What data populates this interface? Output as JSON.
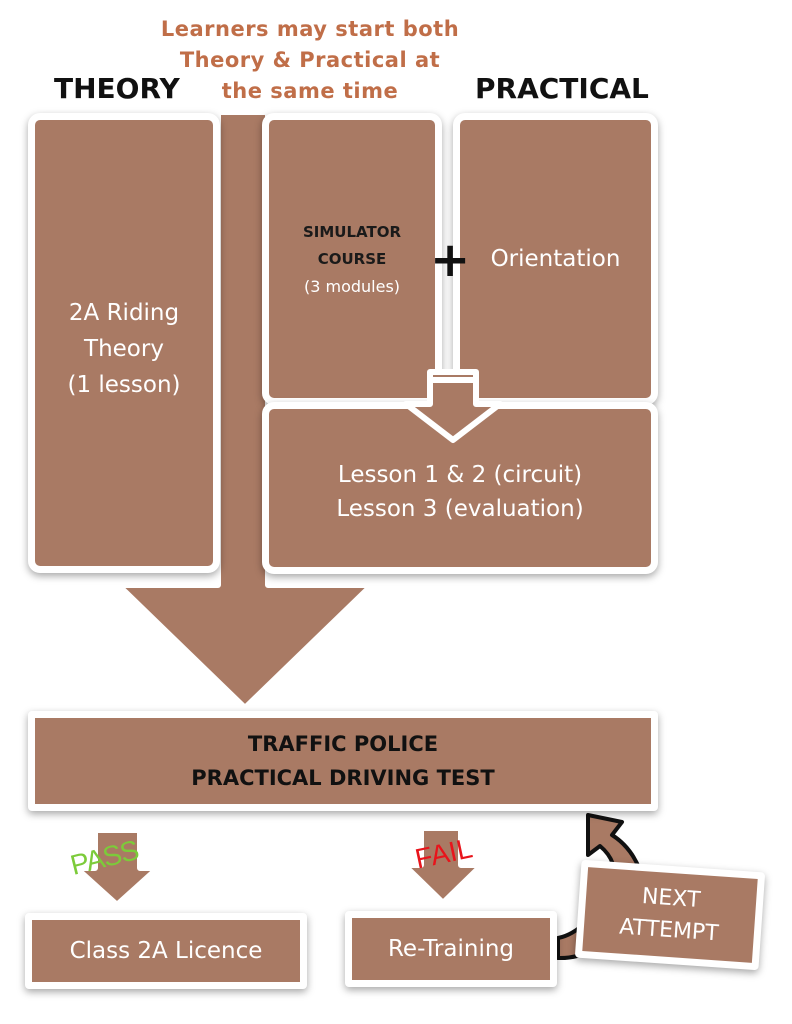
{
  "note": [
    "Learners may start both",
    "Theory & Practical at",
    "the same time"
  ],
  "headers": {
    "theory": "THEORY",
    "practical": "PRACTICAL"
  },
  "theory_box": [
    "2A Riding",
    "Theory",
    "(1 lesson)"
  ],
  "simulator_box": {
    "title1": "SIMULATOR",
    "title2": "COURSE",
    "sub": "(3 modules)"
  },
  "plus": "+",
  "orientation_box": "Orientation",
  "lessons_box": [
    "Lesson 1 & 2 (circuit)",
    "Lesson 3 (evaluation)"
  ],
  "test_box": [
    "TRAFFIC POLICE",
    "PRACTICAL DRIVING TEST"
  ],
  "pass_label": "PASS",
  "fail_label": "FAIL",
  "licence_box": "Class 2A Licence",
  "retraining_box": "Re-Training",
  "next_attempt_box": [
    "NEXT",
    "ATTEMPT"
  ],
  "colors": {
    "box": "#A97A64",
    "note": "#C06E48",
    "pass": "#7CCB3A",
    "fail": "#E8141B"
  }
}
